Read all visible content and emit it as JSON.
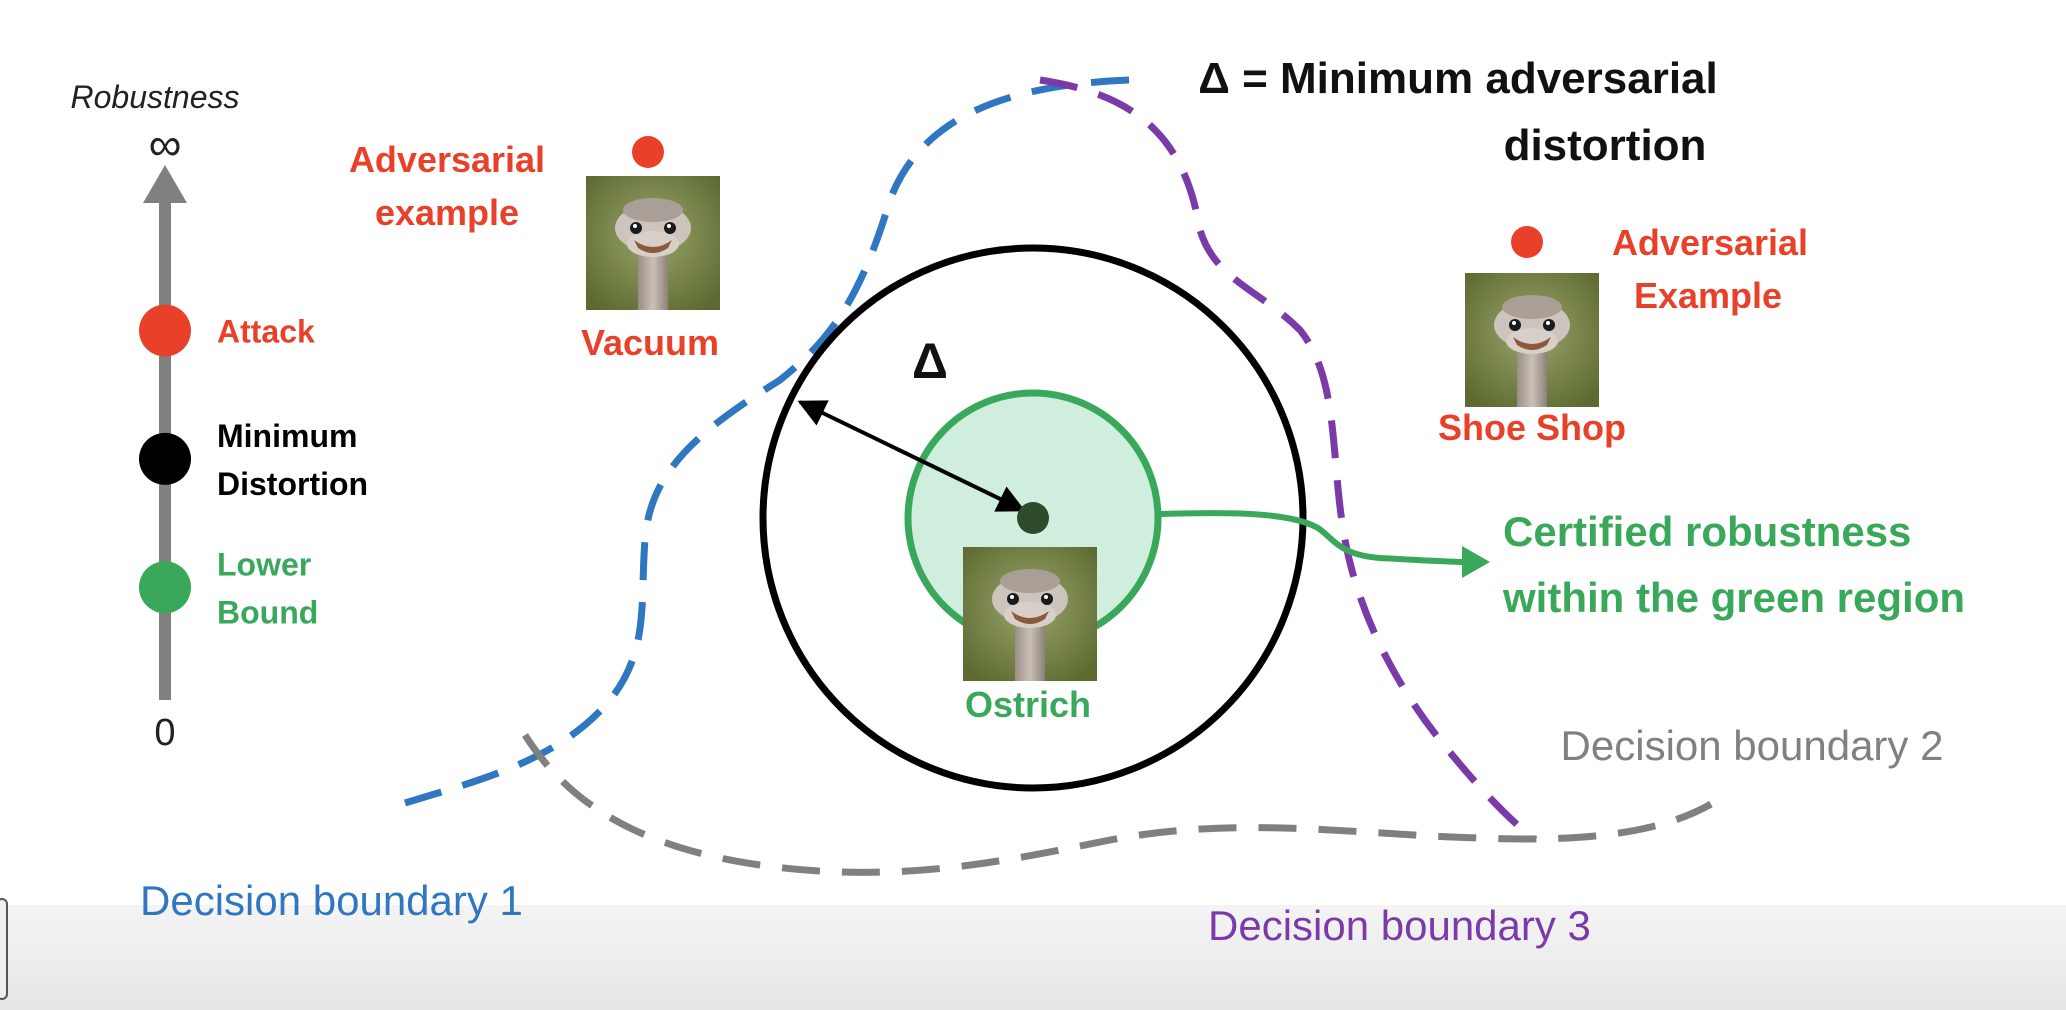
{
  "colors": {
    "red": "#e8412a",
    "green": "#3aa85a",
    "green_fill": "#cfeede",
    "blue": "#2f77c0",
    "purple": "#7a3aa8",
    "gray": "#808080",
    "dark_dot": "#2d4a2a",
    "black": "#000000"
  },
  "robustness_axis": {
    "title": "Robustness",
    "top_label": "∞",
    "bottom_label": "0",
    "markers": [
      {
        "label_lines": [
          "Attack"
        ],
        "color": "#e8412a",
        "level": 0.7
      },
      {
        "label_lines": [
          "Minimum",
          "Distortion"
        ],
        "color": "#000000",
        "level": 0.46
      },
      {
        "label_lines": [
          "Lower",
          "Bound"
        ],
        "color": "#3aa85a",
        "level": 0.22
      }
    ]
  },
  "title_lines": [
    "Δ = Minimum adversarial",
    "distortion"
  ],
  "delta_symbol": "Δ",
  "left_example": {
    "heading_lines": [
      "Adversarial",
      "example"
    ],
    "class_label": "Vacuum"
  },
  "right_example": {
    "heading_lines": [
      "Adversarial",
      "Example"
    ],
    "class_label": "Shoe Shop"
  },
  "center_image": {
    "class_label": "Ostrich"
  },
  "certified": {
    "lines": [
      "Certified robustness",
      "within the green region"
    ]
  },
  "boundaries": {
    "b1": "Decision boundary 1",
    "b2": "Decision boundary 2",
    "b3": "Decision boundary 3"
  },
  "icons": {
    "ostrich_image": "ostrich-image",
    "arrow": "arrow-head-icon"
  }
}
